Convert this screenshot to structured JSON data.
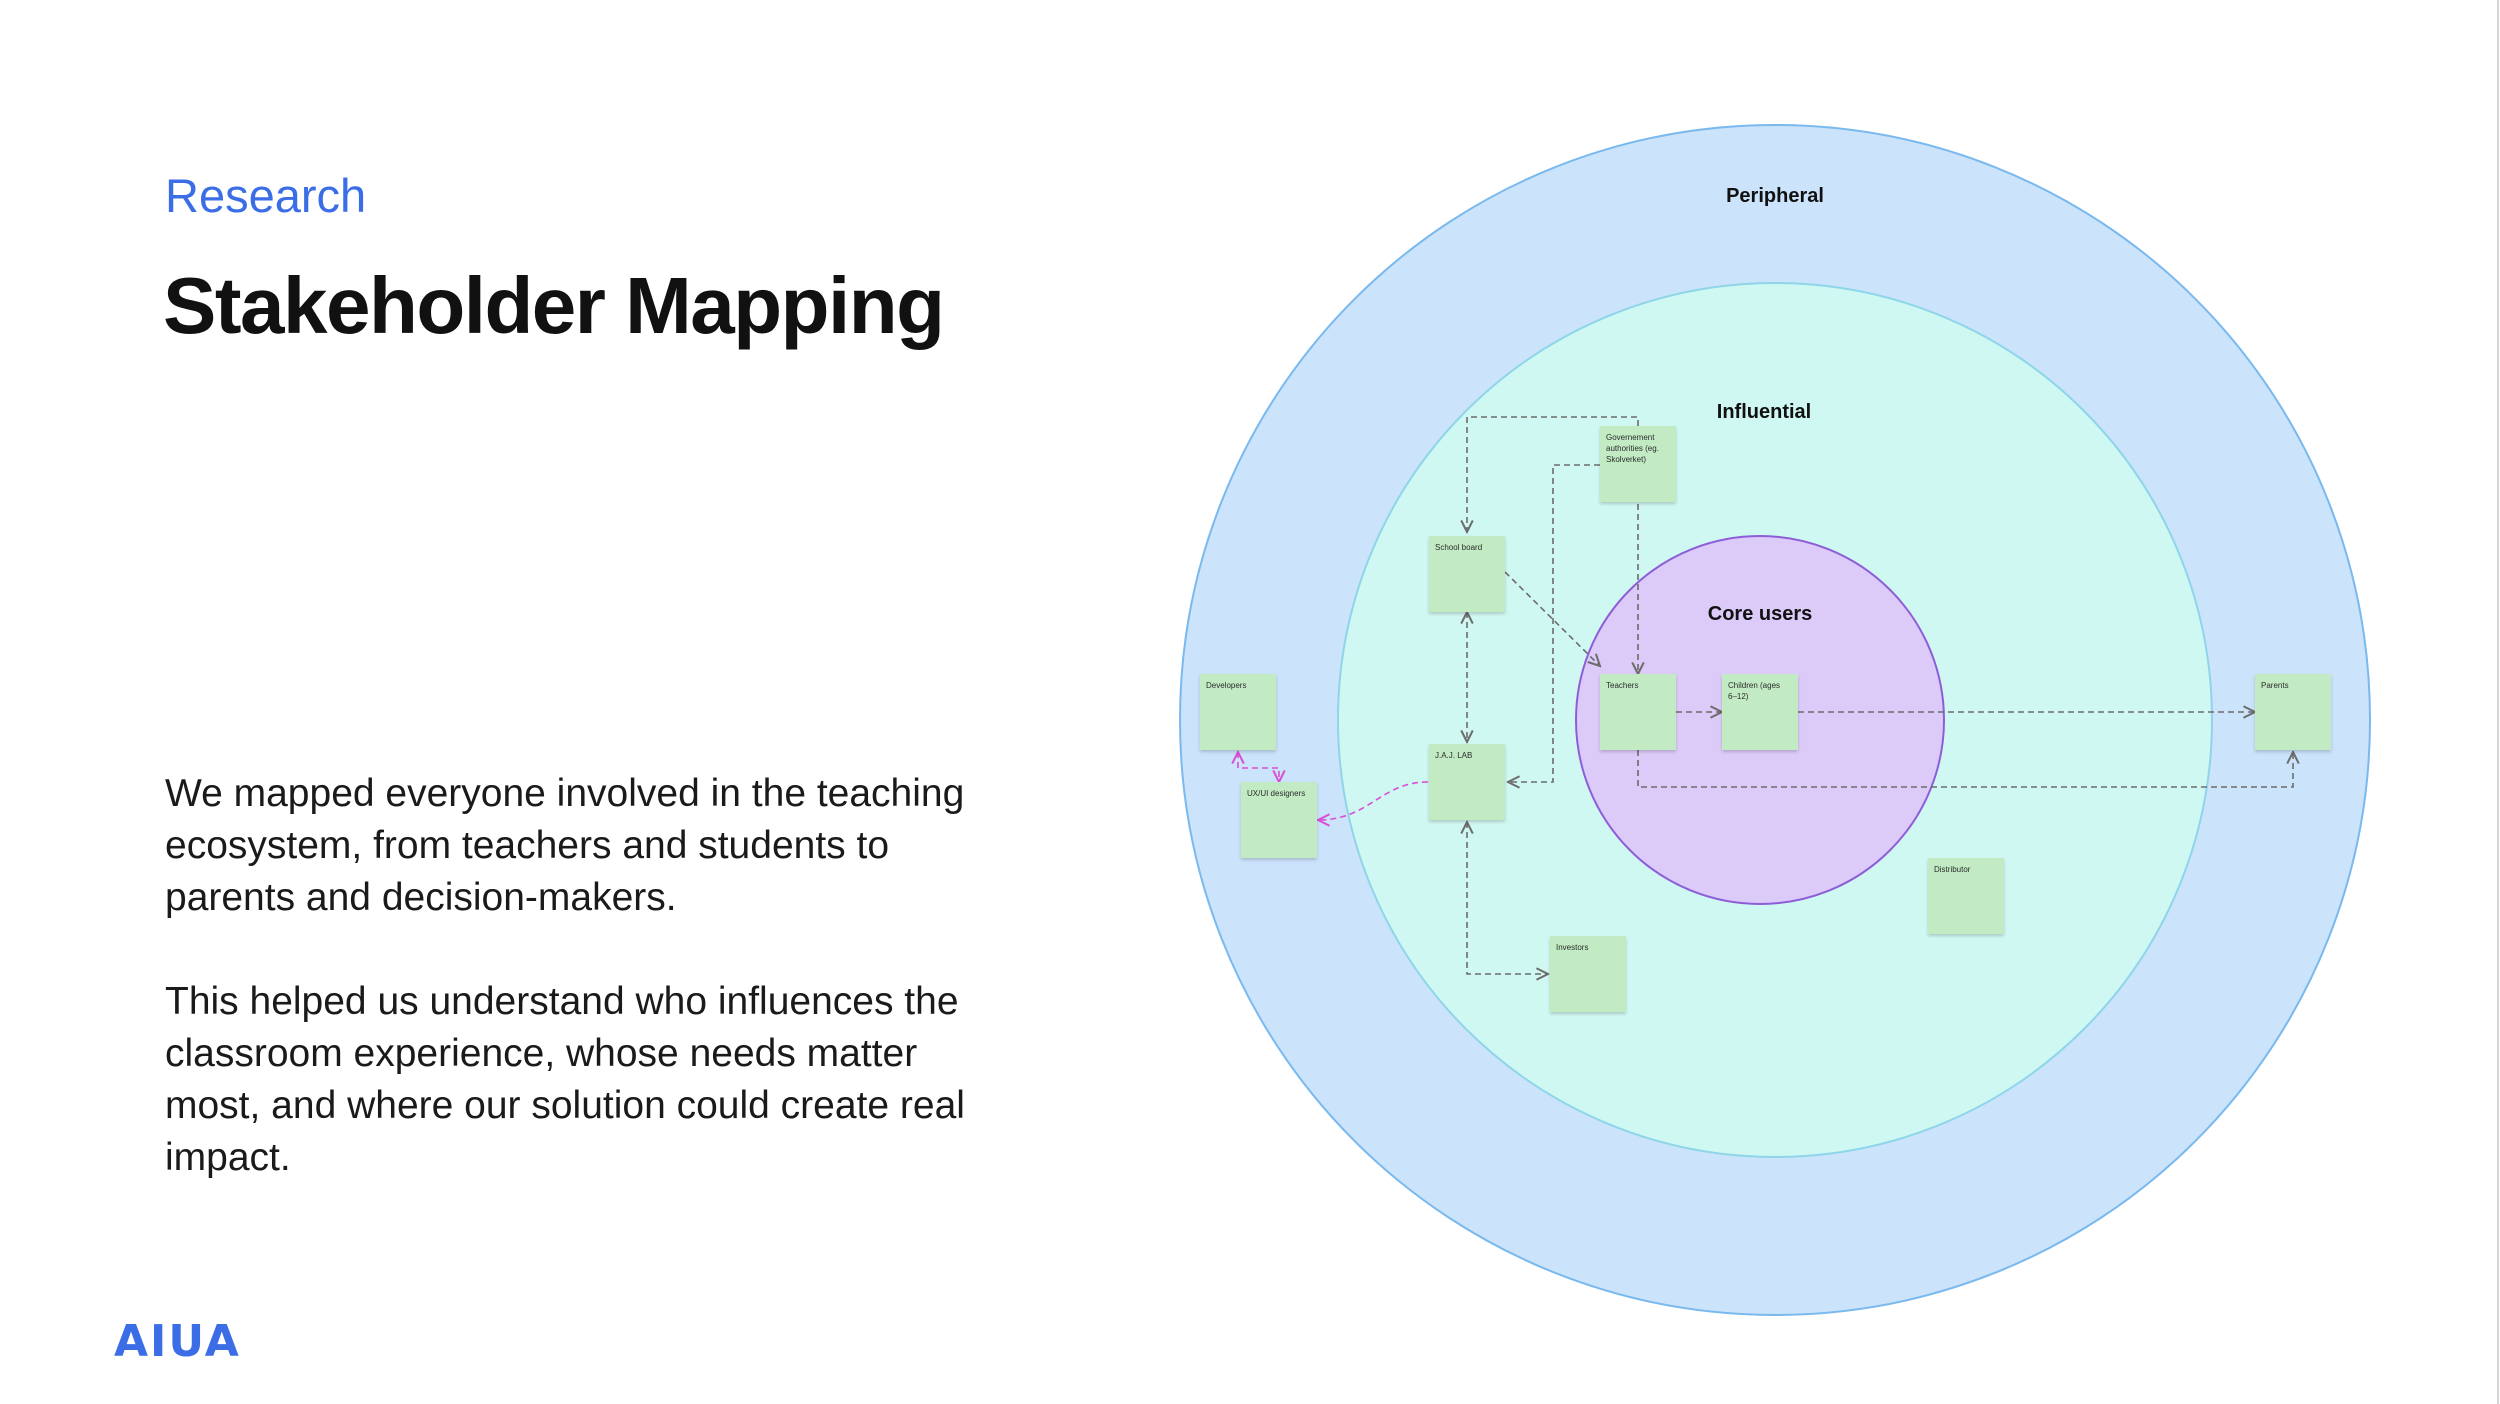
{
  "header": {
    "eyebrow": "Research",
    "title": "Stakeholder Mapping"
  },
  "body": {
    "paragraph_1": "We mapped everyone involved in the teaching ecosystem, from teachers and students to parents and decision-makers.",
    "paragraph_2": "This helped us understand who influences the classroom experience, whose needs matter most, and where our solution could create real impact."
  },
  "logo": {
    "text": "AIUA"
  },
  "diagram": {
    "rings": {
      "peripheral": "Peripheral",
      "influential": "Influential",
      "core": "Core users"
    },
    "notes": {
      "government": [
        "Governement",
        "authorities (eg.",
        "Skolverket)"
      ],
      "school_board": [
        "School board"
      ],
      "developers": [
        "Developers"
      ],
      "ux_ui": [
        "UX/UI designers"
      ],
      "jaj_lab": [
        "J.A.J. LAB"
      ],
      "teachers": [
        "Teachers"
      ],
      "children": [
        "Children (ages",
        "6–12)"
      ],
      "parents": [
        "Parents"
      ],
      "distributor": [
        "Distributor"
      ],
      "investors": [
        "Investors"
      ]
    },
    "colors": {
      "peripheral_fill": "#cbe3fb",
      "peripheral_stroke": "#7ab9ee",
      "influential_fill": "#d0f8f2",
      "influential_stroke": "#8fd5ea",
      "core_fill": "#dccaf9",
      "core_stroke": "#8d5ed8",
      "note_fill": "#c2ebc4",
      "connector": "#6c6c6c",
      "connector_accent": "#d94fd6",
      "accent": "#3b6de6"
    }
  }
}
